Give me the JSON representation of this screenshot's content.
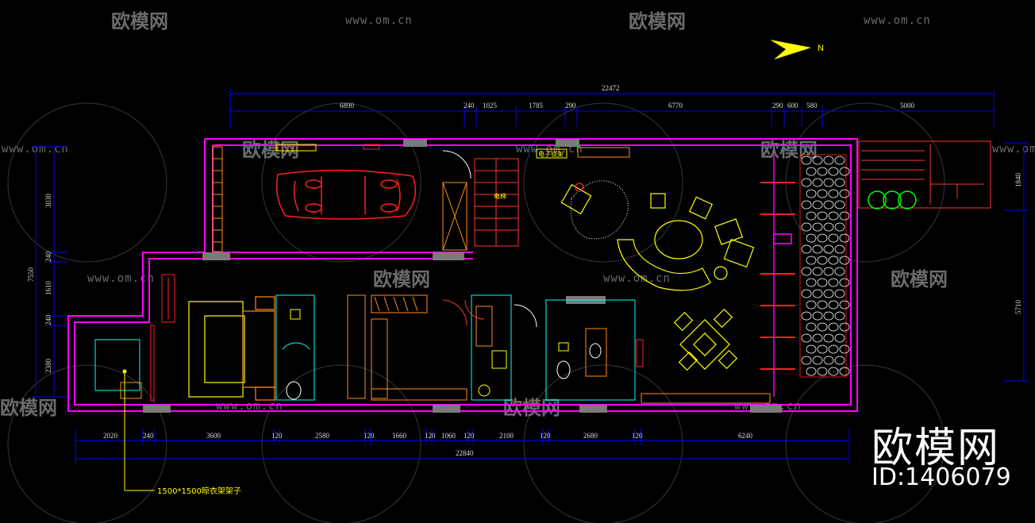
{
  "watermark": {
    "brand": "欧模网",
    "url": "www.om.cn"
  },
  "corner_brand": {
    "name": "欧模网",
    "id_text": "ID:1406079"
  },
  "north_arrow": {
    "label": "N"
  },
  "dimensions": {
    "top_overall": "22472",
    "top_segments": [
      "6890",
      "240",
      "1025",
      "1785",
      "290",
      "6770",
      "290",
      "600",
      "580",
      "5000"
    ],
    "bottom_overall": "22840",
    "bottom_segments": [
      "2020",
      "240",
      "3600",
      "120",
      "2580",
      "120",
      "1660",
      "120",
      "1060",
      "120",
      "2100",
      "120",
      "2680",
      "120",
      "6240"
    ],
    "left_overall": "7550",
    "left_segments": [
      "3030",
      "240",
      "1610",
      "240",
      "2380"
    ],
    "right_segments": [
      "1840",
      "5710"
    ]
  },
  "annotations": {
    "leader_note": "1500*1500晾衣架架子",
    "label_a": "电子锁架",
    "label_b": "电梯"
  },
  "colors": {
    "wall": "#ff00ff",
    "furniture": "#ffff00",
    "fixtures": "#00ffff",
    "doors": "#ff3333",
    "dims": "#d8d8d8",
    "orange": "#ff8c1a"
  }
}
